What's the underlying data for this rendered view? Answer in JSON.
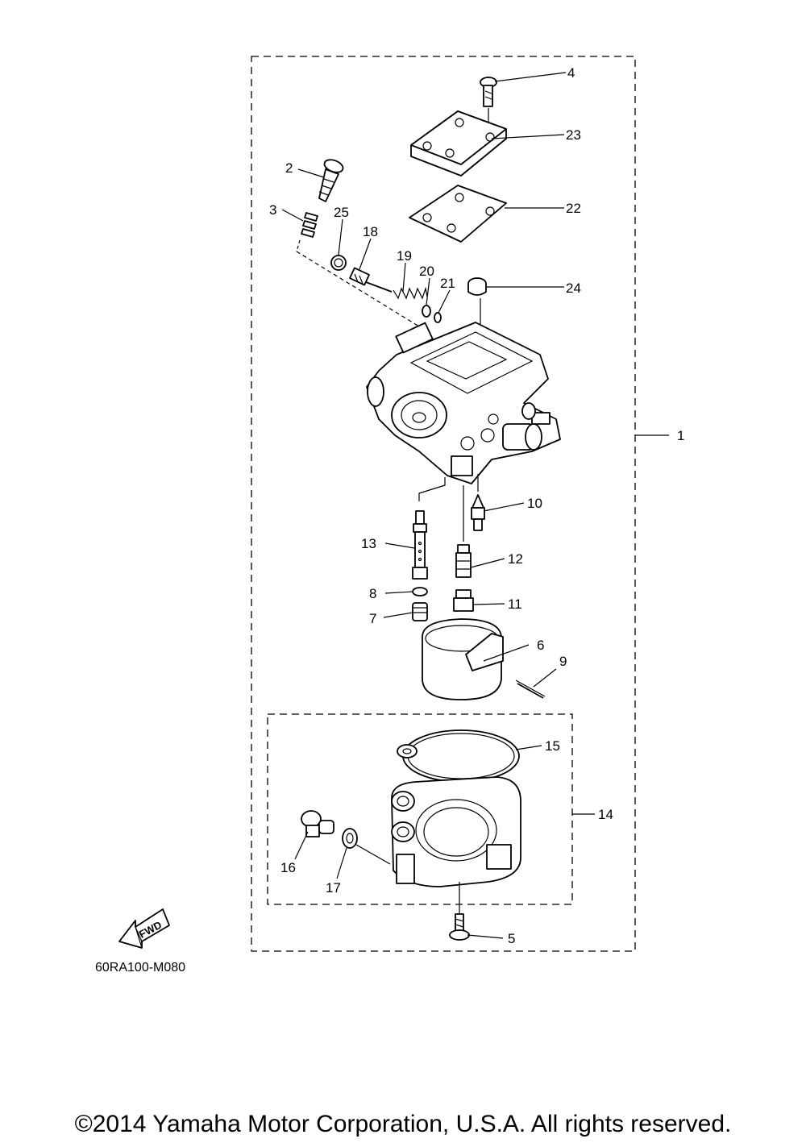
{
  "callouts": {
    "c1": "1",
    "c2": "2",
    "c3": "3",
    "c4": "4",
    "c5": "5",
    "c6": "6",
    "c7": "7",
    "c8": "8",
    "c9": "9",
    "c10": "10",
    "c11": "11",
    "c12": "12",
    "c13": "13",
    "c14": "14",
    "c15": "15",
    "c16": "16",
    "c17": "17",
    "c18": "18",
    "c19": "19",
    "c20": "20",
    "c21": "21",
    "c22": "22",
    "c23": "23",
    "c24": "24",
    "c25": "25"
  },
  "fwd_label": "FWD",
  "drawing_code": "60RA100-M080",
  "copyright": "©2014 Yamaha Motor Corporation, U.S.A. All rights reserved."
}
